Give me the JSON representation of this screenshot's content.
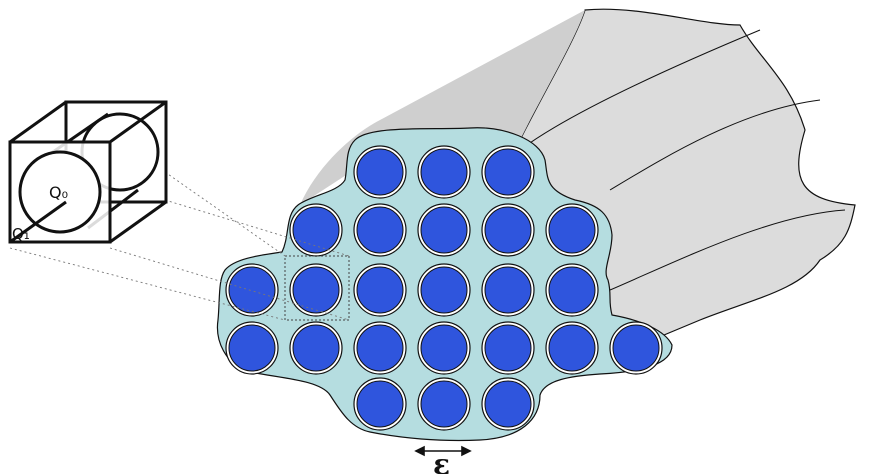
{
  "labels": {
    "inner_cell": "Q₀",
    "outer_cell": "Q₁",
    "period": "ε"
  },
  "colors": {
    "matrix": "#b5dde0",
    "fiber": "#2f55dd",
    "body": "#dcdcdc",
    "outline": "#111111"
  },
  "fiber_rows": [
    3,
    5,
    6,
    7,
    3
  ]
}
